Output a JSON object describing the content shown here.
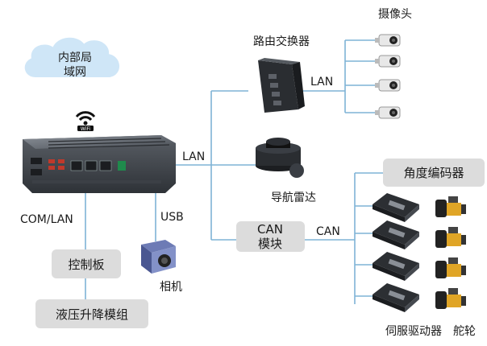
{
  "cloud": {
    "line1": "内部局",
    "line2": "域网"
  },
  "wifi": {
    "badge": "WiFi"
  },
  "router": {
    "label": "路由交换器"
  },
  "cameras": {
    "label": "摄像头"
  },
  "links": {
    "lan_router_cams": "LAN",
    "lan_main": "LAN",
    "can": "CAN",
    "com_lan": "COM/LAN",
    "usb": "USB"
  },
  "lidar": {
    "label": "导航雷达"
  },
  "can_module": {
    "line1": "CAN",
    "line2": "模块"
  },
  "encoder": {
    "label": "角度编码器"
  },
  "servo": {
    "label": "伺服驱动器"
  },
  "wheel": {
    "label": "舵轮"
  },
  "control_board": {
    "label": "控制板"
  },
  "hydraulic": {
    "label": "液压升降模组"
  },
  "camera_usb": {
    "label": "相机"
  },
  "colors": {
    "wire": "#7fb3d6",
    "box": "#dcdcdc",
    "cloud": "#cfe6f7"
  }
}
